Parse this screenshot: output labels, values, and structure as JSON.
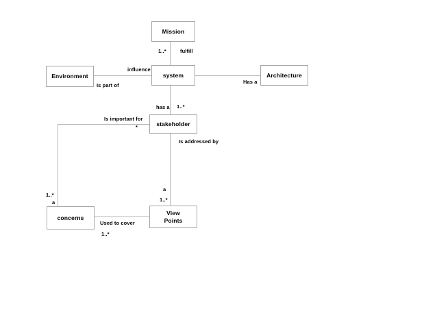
{
  "diagram": {
    "type": "uml-relationship-diagram",
    "background_color": "#ffffff",
    "box_border_color": "#a8a8a8",
    "edge_color": "#b6b6b6",
    "text_color": "#000000",
    "nodes": [
      {
        "id": "mission",
        "label": "Mission"
      },
      {
        "id": "environment",
        "label": "Environment"
      },
      {
        "id": "system",
        "label": "system"
      },
      {
        "id": "architecture",
        "label": "Architecture"
      },
      {
        "id": "stakeholder",
        "label": "stakeholder"
      },
      {
        "id": "concerns",
        "label": "concerns"
      },
      {
        "id": "viewpoints",
        "label": "View\nPoints"
      },
      {
        "id": "viewpoints_line1",
        "label": "View"
      },
      {
        "id": "viewpoints_line2",
        "label": "Points"
      }
    ],
    "edge_labels": [
      {
        "id": "mission_system_mult",
        "text": "1..*"
      },
      {
        "id": "mission_system_role",
        "text": "fulfill"
      },
      {
        "id": "environment_system_role",
        "text": "influence"
      },
      {
        "id": "environment_system_role2",
        "text": "Is part of"
      },
      {
        "id": "system_architecture_role",
        "text": "Has a"
      },
      {
        "id": "system_stakeholder_role",
        "text": "has a"
      },
      {
        "id": "system_stakeholder_mult",
        "text": "1..*"
      },
      {
        "id": "stakeholder_concerns_role",
        "text": "Is important for"
      },
      {
        "id": "stakeholder_concerns_mult",
        "text": "*"
      },
      {
        "id": "stakeholder_viewpoints_role",
        "text": "Is addressed by"
      },
      {
        "id": "viewpoints_mult_a",
        "text": "a"
      },
      {
        "id": "viewpoints_mult_star",
        "text": "1..*"
      },
      {
        "id": "concerns_mult_star",
        "text": "1..*"
      },
      {
        "id": "concerns_mult_a",
        "text": "a"
      },
      {
        "id": "concerns_viewpoints_role",
        "text": "Used to cover"
      },
      {
        "id": "concerns_viewpoints_mult",
        "text": "1..*"
      }
    ]
  }
}
